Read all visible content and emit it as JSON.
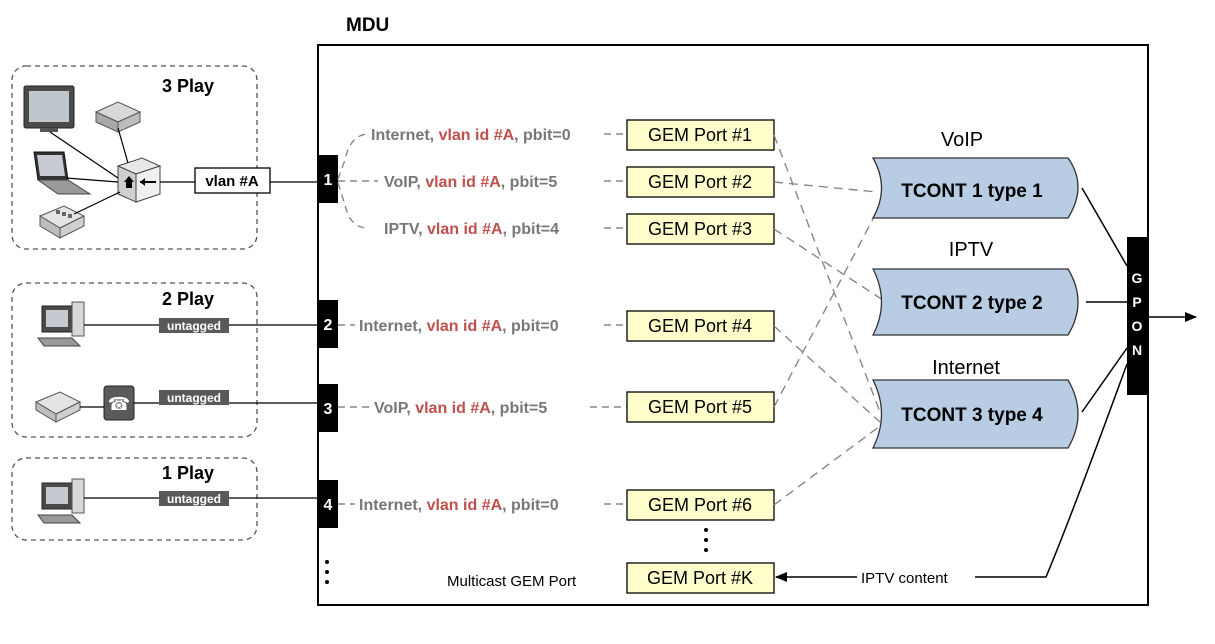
{
  "title": "MDU",
  "groups": [
    {
      "label": "3 Play",
      "tag": "vlan #A"
    },
    {
      "label": "2 Play",
      "tags": [
        "untagged",
        "untagged"
      ]
    },
    {
      "label": "1 Play",
      "tag": "untagged"
    }
  ],
  "uni_ports": [
    "1",
    "2",
    "3",
    "4"
  ],
  "flows": [
    {
      "service": "Internet",
      "vlan": "vlan id #A",
      "pbit": "pbit=0"
    },
    {
      "service": "VoIP",
      "vlan": "vlan id #A",
      "pbit": "pbit=5"
    },
    {
      "service": "IPTV",
      "vlan": "vlan id #A",
      "pbit": "pbit=4"
    },
    {
      "service": "Internet",
      "vlan": "vlan id #A",
      "pbit": "pbit=0"
    },
    {
      "service": "VoIP",
      "vlan": "vlan id #A",
      "pbit": "pbit=5"
    },
    {
      "service": "Internet",
      "vlan": "vlan id #A",
      "pbit": "pbit=0"
    }
  ],
  "gem_ports": [
    "GEM Port #1",
    "GEM Port #2",
    "GEM Port #3",
    "GEM Port #4",
    "GEM Port #5",
    "GEM Port #6",
    "GEM Port #K"
  ],
  "multicast_label": "Multicast GEM Port",
  "iptv_content_label": "IPTV content",
  "tconts": [
    {
      "service": "VoIP",
      "label": "TCONT 1 type 1"
    },
    {
      "service": "IPTV",
      "label": "TCONT 2 type 2"
    },
    {
      "service": "Internet",
      "label": "TCONT 3 type 4"
    }
  ],
  "gpon_letters": [
    "G",
    "P",
    "O",
    "N"
  ],
  "colors": {
    "vlan_red": "#c0504d",
    "gem_fill": "#ffffcc",
    "tcont_fill": "#b8cce4",
    "service_gray": "#777777"
  }
}
